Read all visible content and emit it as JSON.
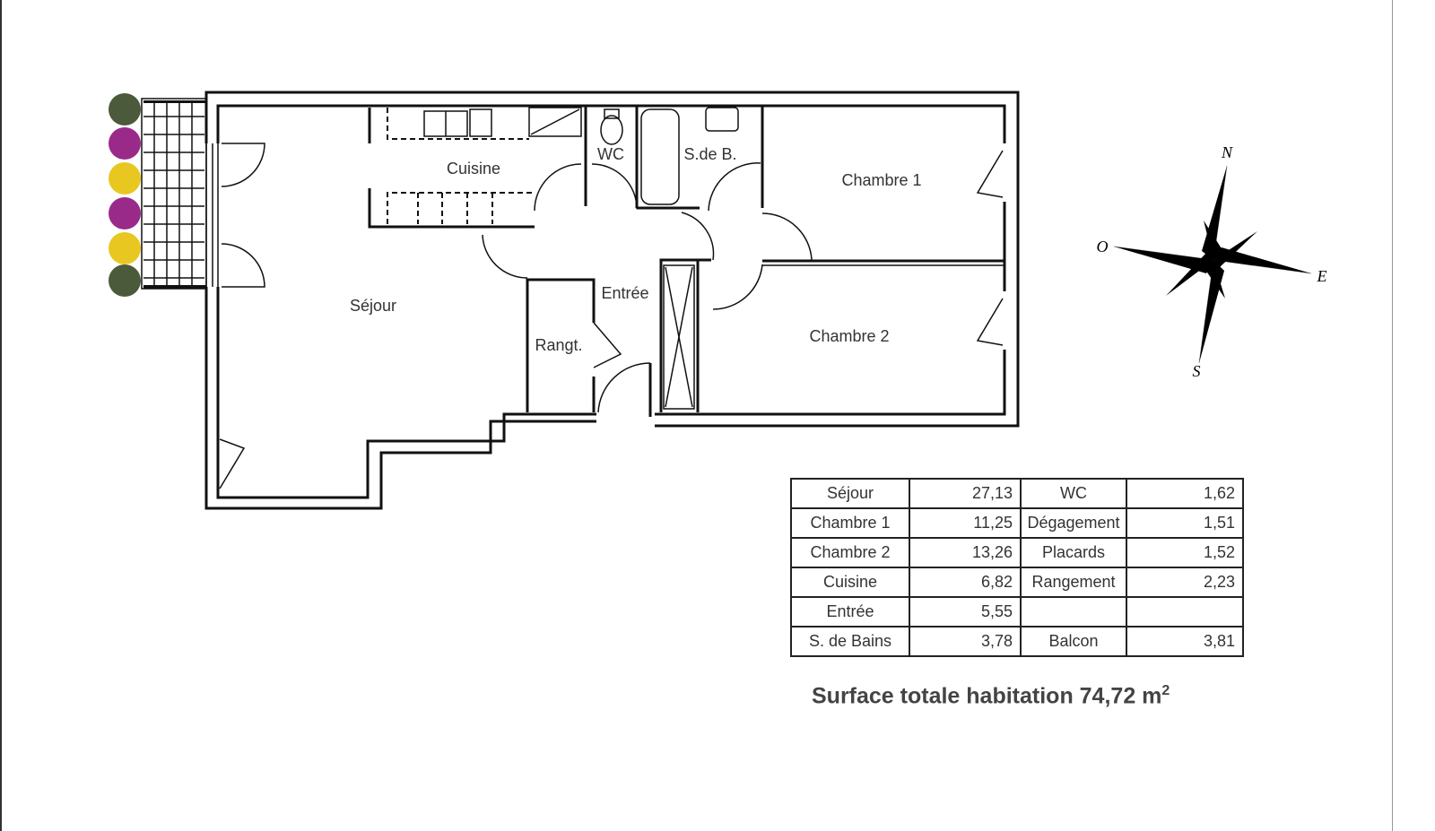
{
  "rooms": {
    "cuisine": "Cuisine",
    "wc": "WC",
    "sdb": "S.de B.",
    "chambre1": "Chambre 1",
    "chambre2": "Chambre 2",
    "sejour": "Séjour",
    "entree": "Entrée",
    "rangt": "Rangt."
  },
  "compass": {
    "n": "N",
    "s": "S",
    "e": "E",
    "o": "O"
  },
  "areas": [
    {
      "name": "Séjour",
      "value": "27,13",
      "name2": "WC",
      "value2": "1,62"
    },
    {
      "name": "Chambre 1",
      "value": "11,25",
      "name2": "Dégagement",
      "value2": "1,51"
    },
    {
      "name": "Chambre 2",
      "value": "13,26",
      "name2": "Placards",
      "value2": "1,52"
    },
    {
      "name": "Cuisine",
      "value": "6,82",
      "name2": "Rangement",
      "value2": "2,23"
    },
    {
      "name": "Entrée",
      "value": "5,55",
      "name2": "",
      "value2": ""
    },
    {
      "name": "S. de Bains",
      "value": "3,78",
      "name2": "Balcon",
      "value2": "3,81"
    }
  ],
  "total": {
    "label": "Surface totale habitation 74,72 m",
    "unit_exp": "2"
  },
  "colors": {
    "plant_green": "#4a5a3a",
    "plant_purple": "#9a2a8a",
    "plant_yellow": "#e8c820"
  }
}
